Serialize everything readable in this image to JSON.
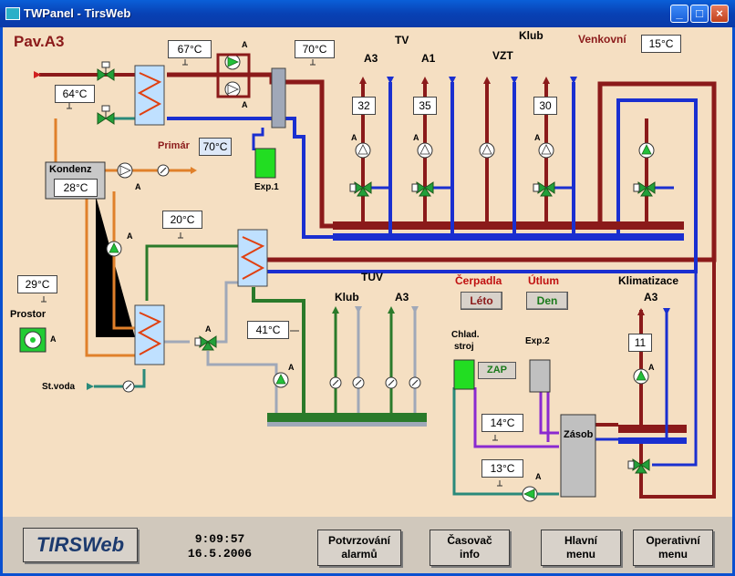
{
  "window": {
    "title": "TWPanel - TirsWeb",
    "min": "_",
    "max": "□",
    "close": "×"
  },
  "page_title": "Pav.A3",
  "outdoor": {
    "label": "Venkovní",
    "value": "15°C"
  },
  "temps": {
    "t67": "67°C",
    "t70": "70°C",
    "t64": "64°C",
    "kondenz": "28°C",
    "primar_label": "Primár",
    "primar": "70°C",
    "t20": "20°C",
    "t41": "41°C",
    "prostor": "29°C",
    "t14": "14°C",
    "t13": "13°C"
  },
  "labels": {
    "kondenz": "Kondenz",
    "exp1": "Exp.1",
    "exp2": "Exp.2",
    "prostor": "Prostor",
    "stvoda": "St.voda",
    "zasob": "Zásob",
    "chlad": "Chlad.",
    "stroj": "stroj",
    "a": "A"
  },
  "tv": {
    "tv": "TV",
    "klub": "Klub",
    "a3": "A3",
    "a1": "A1",
    "vzt": "VZT",
    "val_a3": "32",
    "val_a1": "35",
    "val_klub": "30"
  },
  "tuv": {
    "title": "TUV",
    "klub": "Klub",
    "a3": "A3"
  },
  "cerpadla": {
    "label": "Čerpadla",
    "state": "Léto"
  },
  "utlum": {
    "label": "Útlum",
    "state": "Den"
  },
  "klim": {
    "label": "Klimatizace",
    "sub": "A3",
    "value": "11"
  },
  "chlad_state": "ZAP",
  "footer": {
    "logo": "TIRSWeb",
    "time": "9:09:57",
    "date": "16.5.2006",
    "btn1": [
      "Potvrzování",
      "alarmů"
    ],
    "btn2": [
      "Časovač",
      "info"
    ],
    "btn3": [
      "Hlavní",
      "menu"
    ],
    "btn4": [
      "Operativní",
      "menu"
    ]
  },
  "colors": {
    "bg": "#f5dfc2",
    "red": "#8b1a1a",
    "blue": "#1a2fd0",
    "orange": "#e0802a",
    "green": "#2a7a2a",
    "teal": "#2a8a7a",
    "grey": "#a0a8b8",
    "purple": "#8a2ad0",
    "pump_green": "#22c03a",
    "label_red": "#8b1a1a"
  }
}
